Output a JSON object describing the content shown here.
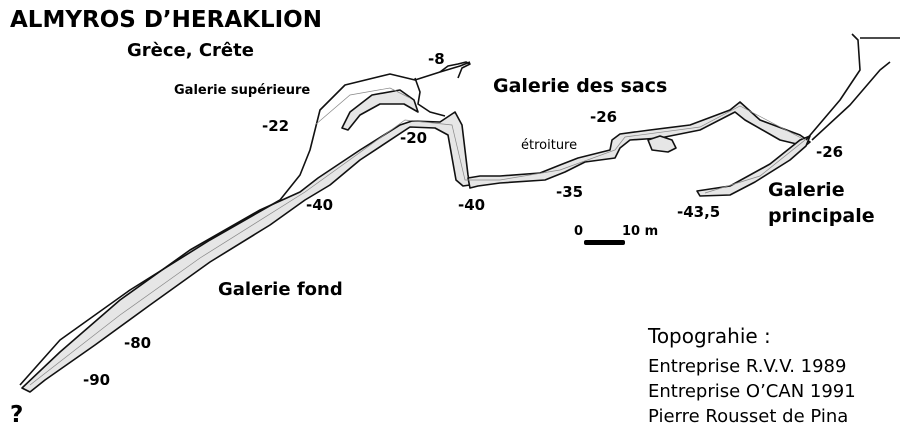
{
  "title": "ALMYROS D’HERAKLION",
  "subtitle": "Grèce, Crête",
  "galleries": {
    "superieure": "Galerie supérieure",
    "sacs": "Galerie des sacs",
    "fond": "Galerie fond",
    "principale_line1": "Galerie",
    "principale_line2": "principale",
    "etroiture": "étroiture"
  },
  "depths": {
    "d_8": "-8",
    "d_22": "-22",
    "d_20": "-20",
    "d_40_left": "-40",
    "d_40_mid": "-40",
    "d_26_sacs": "-26",
    "d_35": "-35",
    "d_43_5": "-43,5",
    "d_26_principale": "-26",
    "d_80": "-80",
    "d_90": "-90",
    "unknown": "?"
  },
  "scale": {
    "zero": "0",
    "end": "10 m"
  },
  "credits": {
    "heading": "Topograhie :",
    "lines": [
      "Entreprise R.V.V. 1989",
      "Entreprise O’CAN 1991",
      "Pierre Rousset de Pina"
    ]
  },
  "colors": {
    "passage_fill": "#e6e6e6",
    "outline": "#111111"
  }
}
